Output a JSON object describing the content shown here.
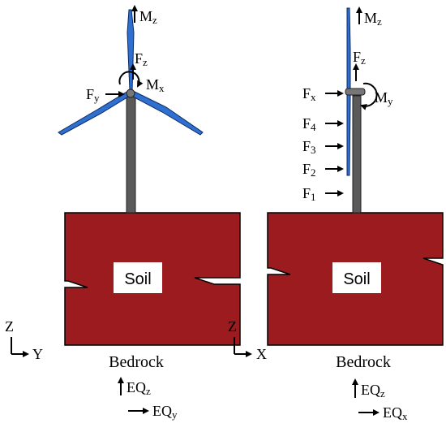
{
  "colors": {
    "soil": "#9b1b1f",
    "blade": "#2f6fd0",
    "tower": "#5a5a5a",
    "text": "#000000"
  },
  "left_view": {
    "moments": {
      "mz": "M",
      "mz_sub": "z",
      "mx": "M",
      "mx_sub": "x"
    },
    "forces": {
      "fz": "F",
      "fz_sub": "z",
      "fy": "F",
      "fy_sub": "y"
    },
    "soil_label": "Soil",
    "bedrock_label": "Bedrock",
    "axes": {
      "vertical": "Z",
      "horizontal": "Y"
    },
    "earthquake": {
      "vertical": "EQ",
      "vertical_sub": "z",
      "horizontal": "EQ",
      "horizontal_sub": "y"
    }
  },
  "right_view": {
    "moments": {
      "mz": "M",
      "mz_sub": "z",
      "my": "M",
      "my_sub": "y"
    },
    "forces": {
      "fz": "F",
      "fz_sub": "z",
      "fx": "F",
      "fx_sub": "x",
      "f4": "F",
      "f4_sub": "4",
      "f3": "F",
      "f3_sub": "3",
      "f2": "F",
      "f2_sub": "2",
      "f1": "F",
      "f1_sub": "1"
    },
    "soil_label": "Soil",
    "bedrock_label": "Bedrock",
    "axes": {
      "vertical": "Z",
      "horizontal": "X"
    },
    "earthquake": {
      "vertical": "EQ",
      "vertical_sub": "z",
      "horizontal": "EQ",
      "horizontal_sub": "x"
    }
  }
}
